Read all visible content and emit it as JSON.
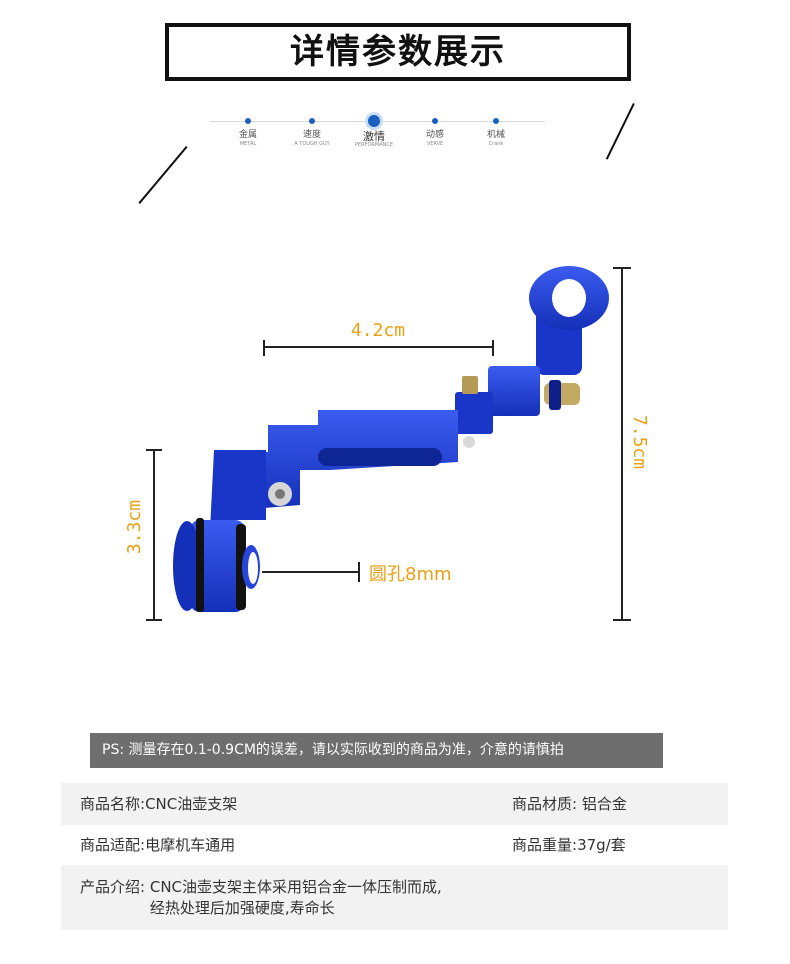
{
  "header": {
    "title": "详情参数展示",
    "timeline": [
      {
        "zh": "金属",
        "en": "METAL",
        "active": false
      },
      {
        "zh": "速度",
        "en": "A TOUGH GUY",
        "active": false
      },
      {
        "zh": "激情",
        "en": "PERFORMANCE",
        "active": true
      },
      {
        "zh": "动感",
        "en": "VERVE",
        "active": false
      },
      {
        "zh": "机械",
        "en": "Crank",
        "active": false
      }
    ]
  },
  "product_figure": {
    "colors": {
      "part": "#1c3fd6",
      "part_dark": "#0f26a0",
      "dimension_text": "#e8a117",
      "dimension_line": "#222222"
    },
    "dimensions": {
      "width": "4.2cm",
      "height_total": "7.5cm",
      "height_lower": "3.3cm",
      "hole": "圆孔8mm"
    }
  },
  "notice": {
    "text": "PS: 测量存在0.1-0.9CM的误差，请以实际收到的商品为准，介意的请慎拍"
  },
  "specs": {
    "name": {
      "label": "商品名称:",
      "value": "CNC油壶支架"
    },
    "material": {
      "label": "商品材质:",
      "value": "铝合金"
    },
    "fit": {
      "label": "商品适配:",
      "value": "电摩机车通用"
    },
    "weight": {
      "label": "商品重量:",
      "value": "37g/套"
    },
    "intro": {
      "label": "产品介绍:",
      "line1": "CNC油壶支架主体采用铝合金一体压制而成,",
      "line2": "经热处理后加强硬度,寿命长"
    }
  }
}
